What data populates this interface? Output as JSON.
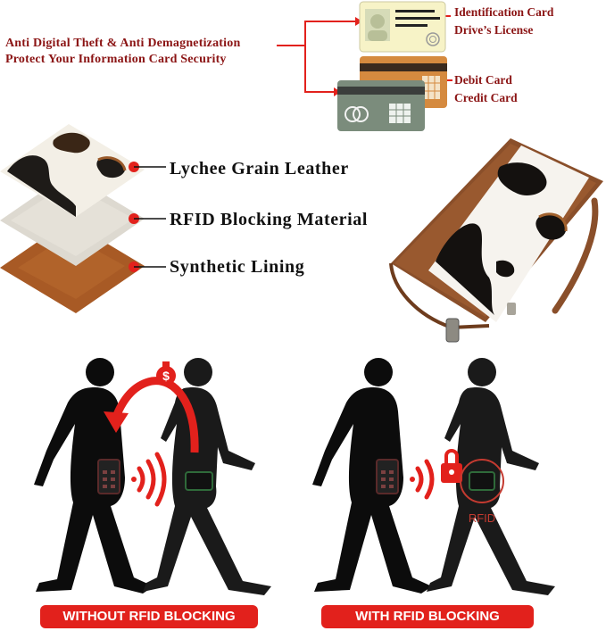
{
  "headline": {
    "line1": "Anti Digital Theft & Anti Demagnetization",
    "line2": "Protect Your Information Card Security"
  },
  "cards": {
    "id_group": {
      "line1": "Identification Card",
      "line2": "Drive’s License"
    },
    "bank_group": {
      "line1": "Debit Card",
      "line2": "Credit Card"
    }
  },
  "layers": {
    "top": "Lychee Grain Leather",
    "middle": "RFID Blocking Material",
    "bottom": "Synthetic Lining"
  },
  "scenes": {
    "left": {
      "banner": "WITHOUT RFID BLOCKING",
      "money_symbol": "$"
    },
    "right": {
      "banner": "WITH RFID BLOCKING",
      "badge": "RFID"
    }
  },
  "colors": {
    "accent_red": "#e2211c",
    "text_red": "#8b1414",
    "leather_brown": "#8a4f2a"
  }
}
